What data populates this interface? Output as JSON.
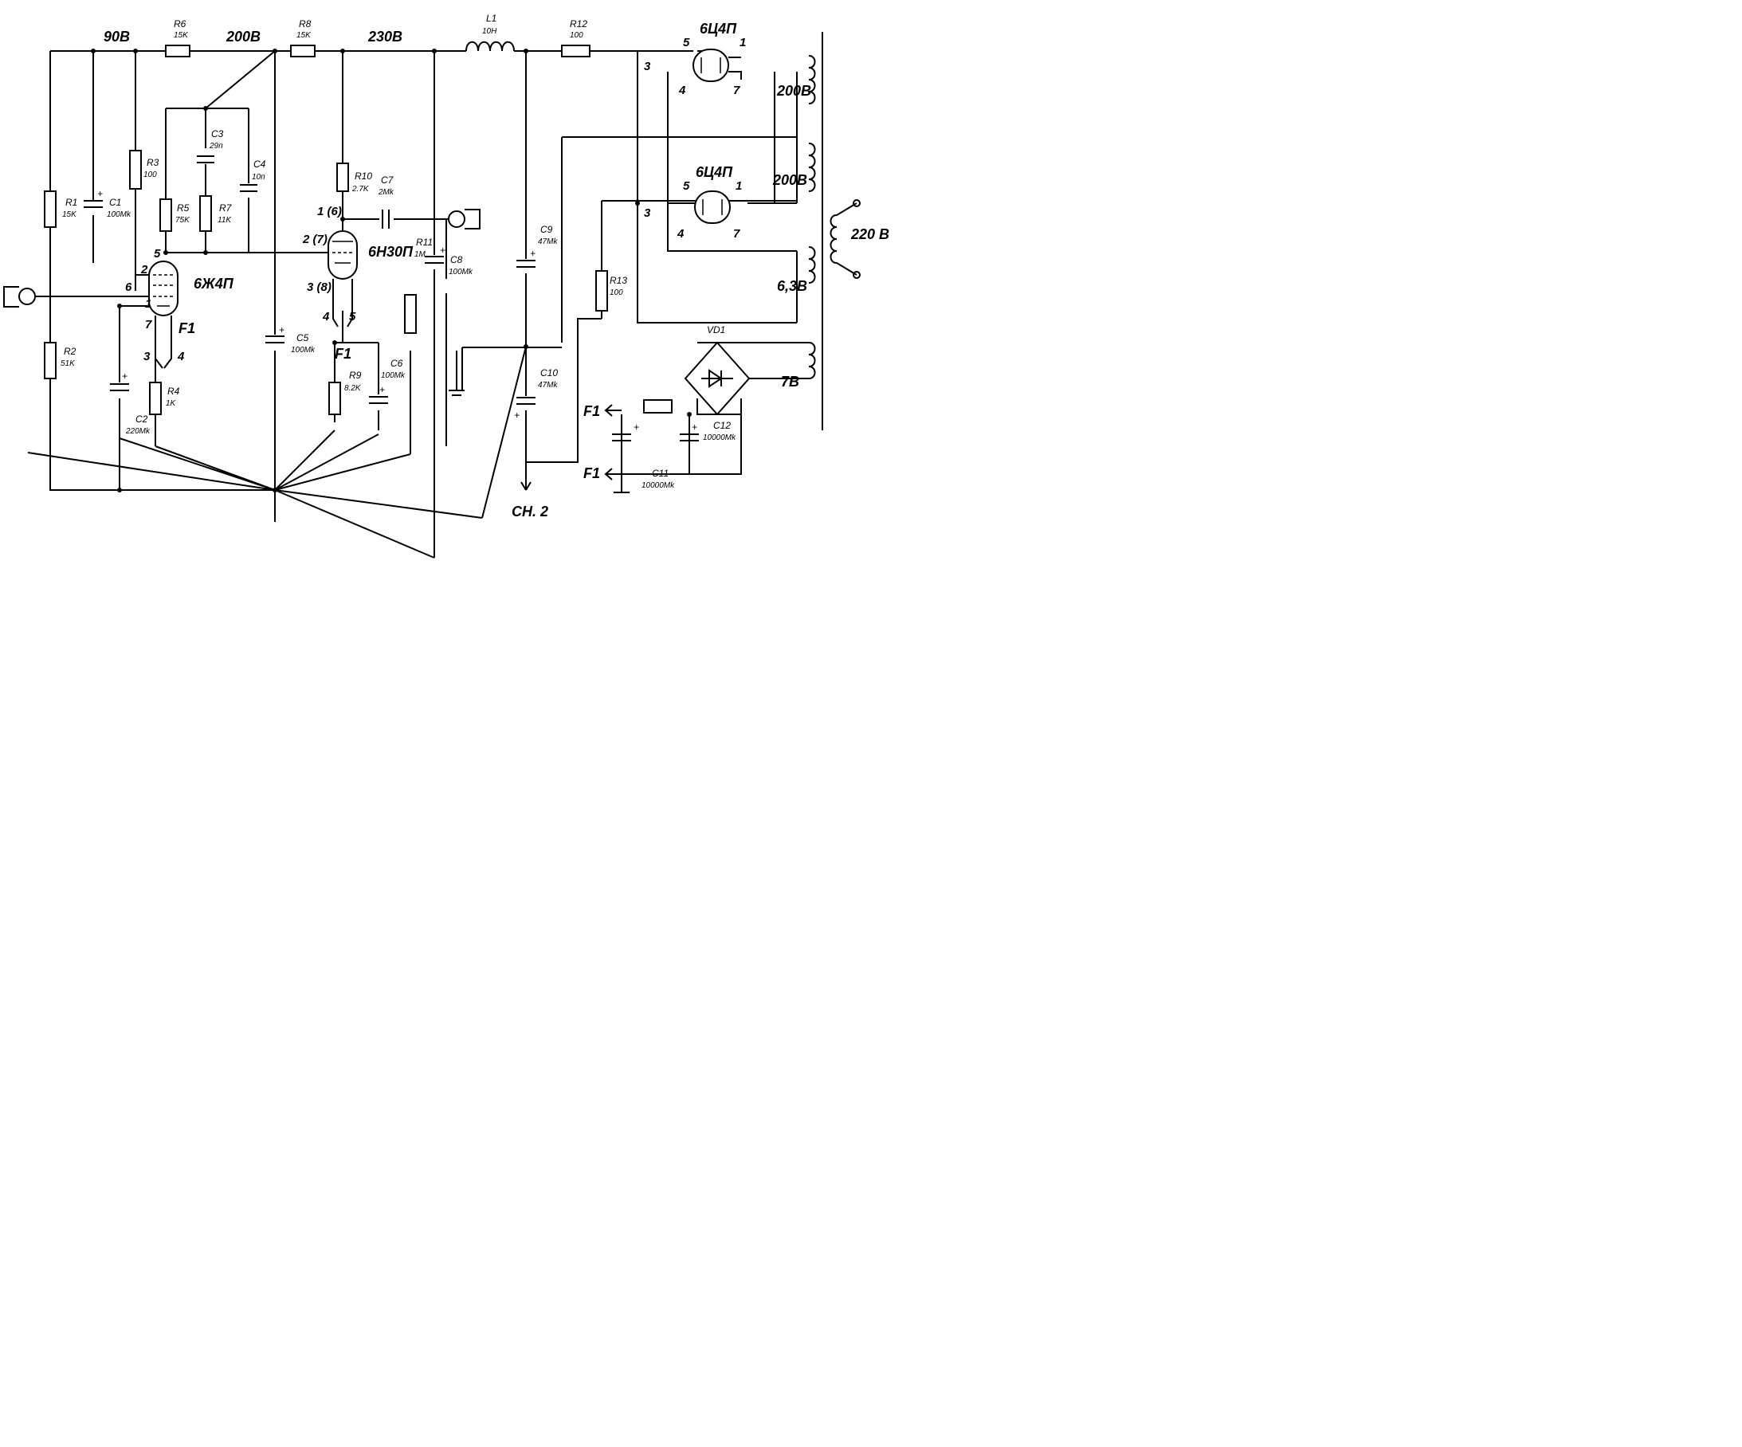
{
  "voltages": {
    "v90": "90В",
    "v200a": "200В",
    "v230": "230В",
    "sec1": "200В",
    "sec2": "200В",
    "sec3": "6,3В",
    "sec4": "7В",
    "mains": "220 В"
  },
  "tubes": {
    "v1": "6Ж4П",
    "v2": "6Н30П",
    "d1": "6Ц4П",
    "d2": "6Ц4П"
  },
  "pins": {
    "v1": [
      "2",
      "6",
      "5",
      "1",
      "7",
      "3",
      "4"
    ],
    "v2": [
      "1 (6)",
      "2 (7)",
      "3 (8)",
      "4",
      "5"
    ],
    "d1": [
      "5",
      "1",
      "3",
      "4",
      "7"
    ],
    "d2": [
      "5",
      "1",
      "3",
      "4",
      "7"
    ]
  },
  "components": [
    {
      "ref": "R6",
      "val": "15K"
    },
    {
      "ref": "R8",
      "val": "15K"
    },
    {
      "ref": "L1",
      "val": "10H"
    },
    {
      "ref": "R12",
      "val": "100"
    },
    {
      "ref": "R1",
      "val": "15K"
    },
    {
      "ref": "C1",
      "val": "100Mk"
    },
    {
      "ref": "R3",
      "val": "100"
    },
    {
      "ref": "C3",
      "val": "29п"
    },
    {
      "ref": "C4",
      "val": "10п"
    },
    {
      "ref": "R5",
      "val": "75K"
    },
    {
      "ref": "R7",
      "val": "11K"
    },
    {
      "ref": "R10",
      "val": "2.7K"
    },
    {
      "ref": "C7",
      "val": "2Mk"
    },
    {
      "ref": "R11",
      "val": "1M"
    },
    {
      "ref": "C8",
      "val": "100Mk"
    },
    {
      "ref": "C9",
      "val": "47Mk"
    },
    {
      "ref": "R13",
      "val": "100"
    },
    {
      "ref": "R2",
      "val": "51K"
    },
    {
      "ref": "C2",
      "val": "220Mk"
    },
    {
      "ref": "R4",
      "val": "1K"
    },
    {
      "ref": "C5",
      "val": "100Mk"
    },
    {
      "ref": "R9",
      "val": "8.2K"
    },
    {
      "ref": "C6",
      "val": "100Mk"
    },
    {
      "ref": "C10",
      "val": "47Mk"
    },
    {
      "ref": "C11",
      "val": "10000Mk"
    },
    {
      "ref": "C12",
      "val": "10000Mk"
    },
    {
      "ref": "VD1",
      "val": ""
    }
  ],
  "filament": {
    "f1a": "F1",
    "f1b": "F1",
    "f1c": "F1",
    "f1d": "F1"
  },
  "misc": {
    "ch2": "СН. 2",
    "plus": "+"
  }
}
